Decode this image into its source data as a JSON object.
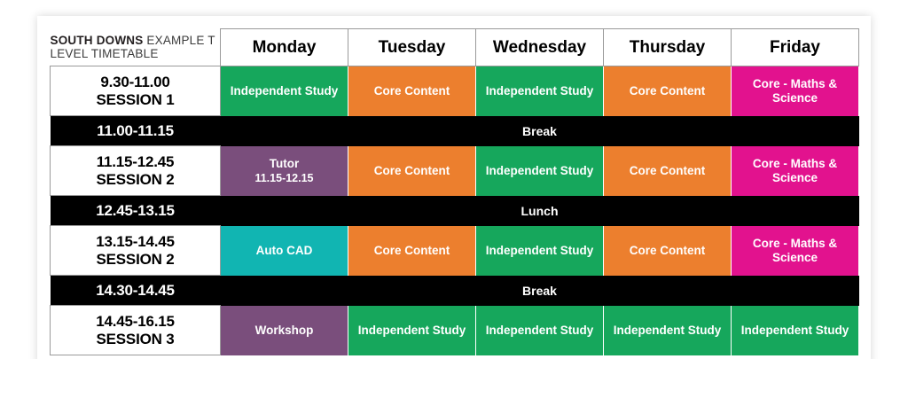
{
  "brand": {
    "name": "SOUTH DOWNS",
    "subtitle": "EXAMPLE T LEVEL TIMETABLE"
  },
  "colors": {
    "green": "#16a75c",
    "orange": "#ec7f2e",
    "magenta": "#e2128e",
    "purple": "#7a4e7c",
    "teal": "#11b5b2",
    "black": "#000000",
    "white": "#ffffff"
  },
  "days": [
    "Monday",
    "Tuesday",
    "Wednesday",
    "Thursday",
    "Friday"
  ],
  "rows": [
    {
      "type": "session",
      "time": "9.30-11.00",
      "session": "SESSION 1",
      "cells": [
        {
          "label": "Independent Study",
          "sub": "",
          "color": "#16a75c"
        },
        {
          "label": "Core Content",
          "sub": "",
          "color": "#ec7f2e"
        },
        {
          "label": "Independent Study",
          "sub": "",
          "color": "#16a75c"
        },
        {
          "label": "Core Content",
          "sub": "",
          "color": "#ec7f2e"
        },
        {
          "label": "Core - Maths & Science",
          "sub": "",
          "color": "#e2128e"
        }
      ]
    },
    {
      "type": "break",
      "time": "11.00-11.15",
      "label": "Break"
    },
    {
      "type": "session",
      "time": "11.15-12.45",
      "session": "SESSION 2",
      "cells": [
        {
          "label": "Tutor",
          "sub": "11.15-12.15",
          "color": "#7a4e7c"
        },
        {
          "label": "Core Content",
          "sub": "",
          "color": "#ec7f2e"
        },
        {
          "label": "Independent Study",
          "sub": "",
          "color": "#16a75c"
        },
        {
          "label": "Core Content",
          "sub": "",
          "color": "#ec7f2e"
        },
        {
          "label": "Core - Maths & Science",
          "sub": "",
          "color": "#e2128e"
        }
      ]
    },
    {
      "type": "break",
      "time": "12.45-13.15",
      "label": "Lunch"
    },
    {
      "type": "session",
      "time": "13.15-14.45",
      "session": "SESSION 2",
      "cells": [
        {
          "label": "Auto CAD",
          "sub": "",
          "color": "#11b5b2"
        },
        {
          "label": "Core Content",
          "sub": "",
          "color": "#ec7f2e"
        },
        {
          "label": "Independent Study",
          "sub": "",
          "color": "#16a75c"
        },
        {
          "label": "Core Content",
          "sub": "",
          "color": "#ec7f2e"
        },
        {
          "label": "Core - Maths & Science",
          "sub": "",
          "color": "#e2128e"
        }
      ]
    },
    {
      "type": "break",
      "time": "14.30-14.45",
      "label": "Break"
    },
    {
      "type": "session",
      "time": "14.45-16.15",
      "session": "SESSION 3",
      "cells": [
        {
          "label": "Workshop",
          "sub": "",
          "color": "#7a4e7c"
        },
        {
          "label": "Independent Study",
          "sub": "",
          "color": "#16a75c"
        },
        {
          "label": "Independent Study",
          "sub": "",
          "color": "#16a75c"
        },
        {
          "label": "Independent Study",
          "sub": "",
          "color": "#16a75c"
        },
        {
          "label": "Independent Study",
          "sub": "",
          "color": "#16a75c"
        }
      ]
    }
  ]
}
